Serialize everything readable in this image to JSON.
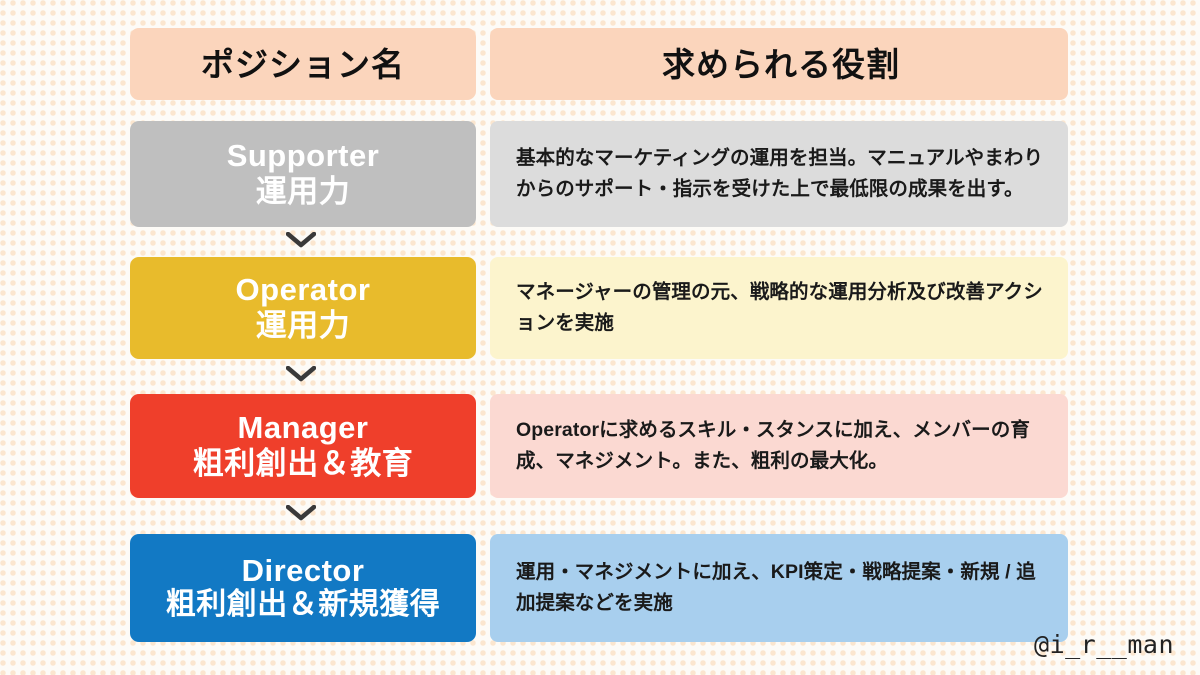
{
  "slide": {
    "background_color": "#fdfbf7",
    "dot_color": "#fbe6cf",
    "watermark": "@i_r__man"
  },
  "header": {
    "position_label": "ポジション名",
    "role_label": "求められる役割",
    "background_color": "#fbd5bc",
    "text_color": "#111111"
  },
  "connector": {
    "icon": "chevron-down-icon",
    "color": "#3a3a3a",
    "count": 3
  },
  "rows": [
    {
      "name_en": "Supporter",
      "name_jp": "運用力",
      "badge_color": "#bfbfbf",
      "badge_text_color": "#ffffff",
      "desc": "基本的なマーケティングの運用を担当。マニュアルやまわりからのサポート・指示を受けた上で最低限の成果を出す。",
      "desc_bg_color": "#dcdcdc",
      "desc_text_color": "#1a1a1a"
    },
    {
      "name_en": "Operator",
      "name_jp": "運用力",
      "badge_color": "#e8bb2c",
      "badge_text_color": "#ffffff",
      "desc": "マネージャーの管理の元、戦略的な運用分析及び改善アクションを実施",
      "desc_bg_color": "#fcf4cd",
      "desc_text_color": "#1a1a1a"
    },
    {
      "name_en": "Manager",
      "name_jp": "粗利創出＆教育",
      "badge_color": "#ef3f2b",
      "badge_text_color": "#ffffff",
      "desc": "Operatorに求めるスキル・スタンスに加え、メンバーの育成、マネジメント。また、粗利の最大化。",
      "desc_bg_color": "#fbd9d2",
      "desc_text_color": "#1a1a1a"
    },
    {
      "name_en": "Director",
      "name_jp": "粗利創出＆新規獲得",
      "badge_color": "#1279c4",
      "badge_text_color": "#ffffff",
      "desc": "運用・マネジメントに加え、KPI策定・戦略提案・新規 / 追加提案などを実施",
      "desc_bg_color": "#a8cfee",
      "desc_text_color": "#1a1a1a"
    }
  ]
}
